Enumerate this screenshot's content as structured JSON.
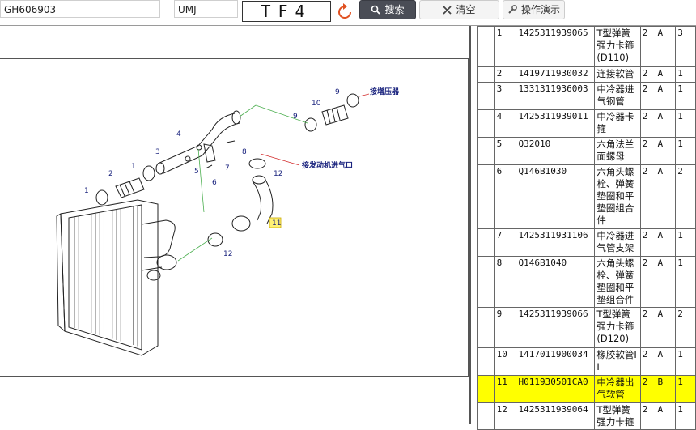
{
  "toolbar": {
    "part_input_value": "GH606903",
    "code_input_value": "UMJ",
    "captcha": "TF4",
    "search_label": "搜索",
    "clear_label": "清空",
    "demo_label": "操作演示"
  },
  "diagram": {
    "labels": {
      "turbo": "接增压器",
      "engine_intake": "接发动机进气口"
    },
    "callouts": [
      "1",
      "2",
      "1",
      "3",
      "4",
      "5",
      "6",
      "7",
      "8",
      "9",
      "10",
      "9",
      "12",
      "11",
      "12"
    ]
  },
  "table": {
    "rows": [
      {
        "idx": "",
        "no": "1",
        "code": "1425311939065",
        "name": "T型弹簧强力卡箍(D110)",
        "qty": "2",
        "grade": "A",
        "extra": "3",
        "highlight": false
      },
      {
        "idx": "",
        "no": "2",
        "code": "1419711930032",
        "name": "连接软管",
        "qty": "2",
        "grade": "A",
        "extra": "1",
        "highlight": false
      },
      {
        "idx": "",
        "no": "3",
        "code": "1331311936003",
        "name": "中冷器进气钢管",
        "qty": "2",
        "grade": "A",
        "extra": "1",
        "highlight": false
      },
      {
        "idx": "",
        "no": "4",
        "code": "1425311939011",
        "name": "中冷器卡箍",
        "qty": "2",
        "grade": "A",
        "extra": "1",
        "highlight": false
      },
      {
        "idx": "",
        "no": "5",
        "code": "Q32010",
        "name": "六角法兰面螺母",
        "qty": "2",
        "grade": "A",
        "extra": "1",
        "highlight": false
      },
      {
        "idx": "",
        "no": "6",
        "code": "Q146B1030",
        "name": "六角头螺栓、弹簧垫圈和平垫圈组合件",
        "qty": "2",
        "grade": "A",
        "extra": "2",
        "highlight": false
      },
      {
        "idx": "",
        "no": "7",
        "code": "1425311931106",
        "name": "中冷器进气管支架",
        "qty": "2",
        "grade": "A",
        "extra": "1",
        "highlight": false
      },
      {
        "idx": "",
        "no": "8",
        "code": "Q146B1040",
        "name": "六角头螺栓、弹簧垫圈和平垫组合件",
        "qty": "2",
        "grade": "A",
        "extra": "1",
        "highlight": false
      },
      {
        "idx": "",
        "no": "9",
        "code": "1425311939066",
        "name": "T型弹簧强力卡箍(D120)",
        "qty": "2",
        "grade": "A",
        "extra": "2",
        "highlight": false
      },
      {
        "idx": "",
        "no": "10",
        "code": "1417011900034",
        "name": "橡胶软管II",
        "qty": "2",
        "grade": "A",
        "extra": "1",
        "highlight": false
      },
      {
        "idx": "",
        "no": "11",
        "code": "H011930501CA0",
        "name": "中冷器出气软管",
        "qty": "2",
        "grade": "B",
        "extra": "1",
        "highlight": true
      },
      {
        "idx": "",
        "no": "12",
        "code": "1425311939064",
        "name": "T型弹簧强力卡箍",
        "qty": "2",
        "grade": "A",
        "extra": "1",
        "highlight": false
      }
    ]
  }
}
